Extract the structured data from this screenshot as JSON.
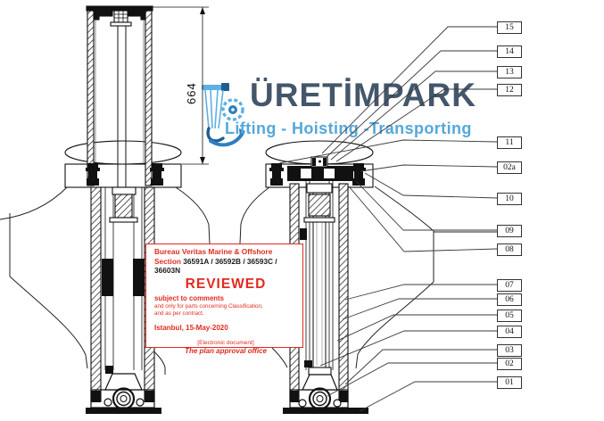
{
  "logo": {
    "title": "ÜRETİMPARK",
    "subtitle": "Lifting - Hoisting -Transporting",
    "title_color": "#44566b",
    "subtitle_color": "#56a7da",
    "icon": "hook-gear-anchor-icon"
  },
  "dimension": {
    "value": "664"
  },
  "callouts": [
    {
      "label": "15"
    },
    {
      "label": "14"
    },
    {
      "label": "13"
    },
    {
      "label": "12"
    },
    {
      "label": "11"
    },
    {
      "label": "02a"
    },
    {
      "label": "10"
    },
    {
      "label": "09"
    },
    {
      "label": "08"
    },
    {
      "label": "07"
    },
    {
      "label": "06"
    },
    {
      "label": "05"
    },
    {
      "label": "04"
    },
    {
      "label": "03"
    },
    {
      "label": "02"
    },
    {
      "label": "01"
    }
  ],
  "stamp": {
    "org": "Bureau Veritas Marine & Offshore",
    "section_label": "Section",
    "section_numbers": "36591A / 36592B / 36593C / 36603N",
    "status": "REVIEWED",
    "condition1": "subject to comments",
    "condition2": "and only for parts concerning Classification,",
    "condition3": "and as per contract.",
    "place_date": "Istanbul, 15-May-2020",
    "doc_note": "[Electronic document]",
    "office": "The plan approval office",
    "accent_color": "#e02b20"
  }
}
